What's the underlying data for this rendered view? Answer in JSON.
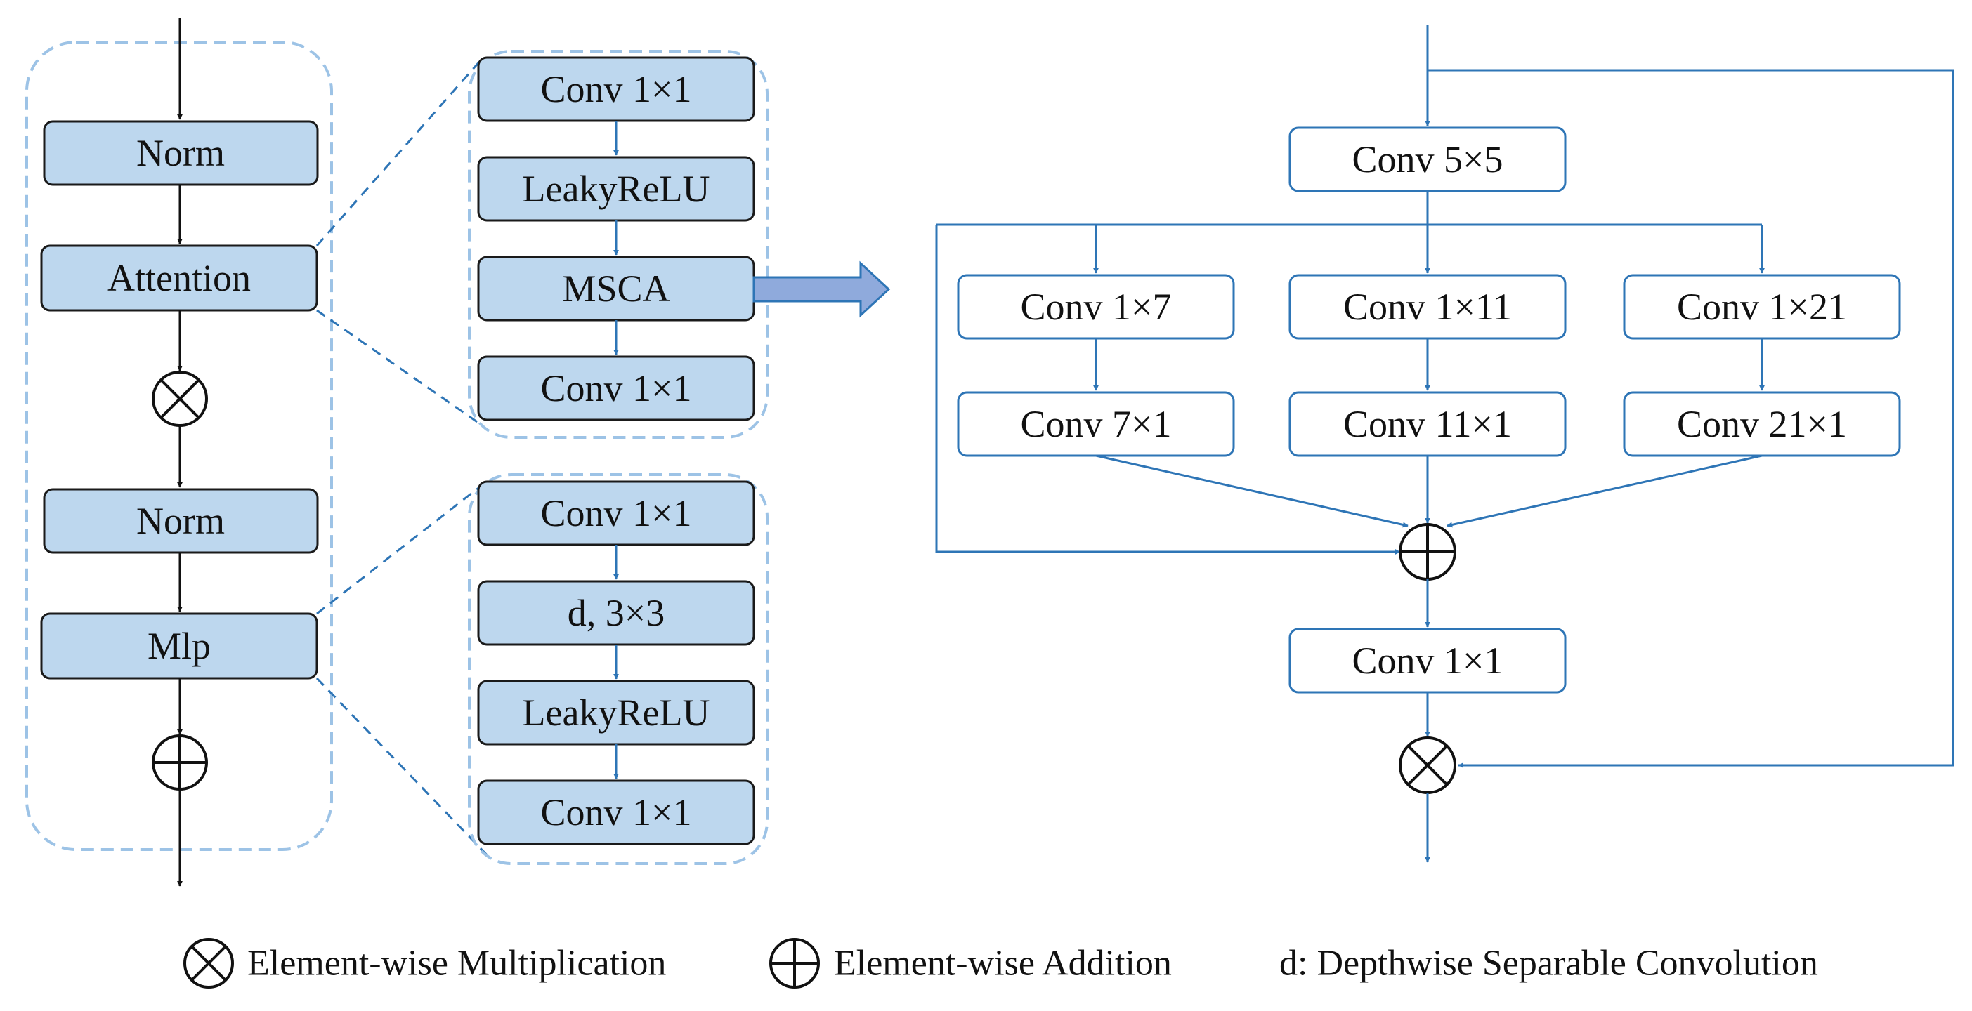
{
  "block": {
    "norm_1": "Norm",
    "attention": "Attention",
    "norm_2": "Norm",
    "mlp": "Mlp"
  },
  "attention_detail": {
    "conv_top": "Conv 1×1",
    "act": "LeakyReLU",
    "msca": "MSCA",
    "conv_bottom": "Conv 1×1"
  },
  "mlp_detail": {
    "conv_top": "Conv 1×1",
    "dwconv": "d, 3×3",
    "act": "LeakyReLU",
    "conv_bottom": "Conv 1×1"
  },
  "msca": {
    "conv_5x5": "Conv 5×5",
    "branch_1_a": "Conv 1×7",
    "branch_1_b": "Conv 7×1",
    "branch_2_a": "Conv 1×11",
    "branch_2_b": "Conv 11×1",
    "branch_3_a": "Conv 1×21",
    "branch_3_b": "Conv 21×1",
    "conv_out": "Conv 1×1"
  },
  "legend": {
    "multiplication": "Element-wise Multiplication",
    "addition": "Element-wise Addition",
    "depthwise": "d: Depthwise Separable Convolution"
  },
  "colors": {
    "box_fill": "#bdd7ee",
    "accent_blue": "#2e75b6",
    "container_dash": "#9dc3e6"
  }
}
